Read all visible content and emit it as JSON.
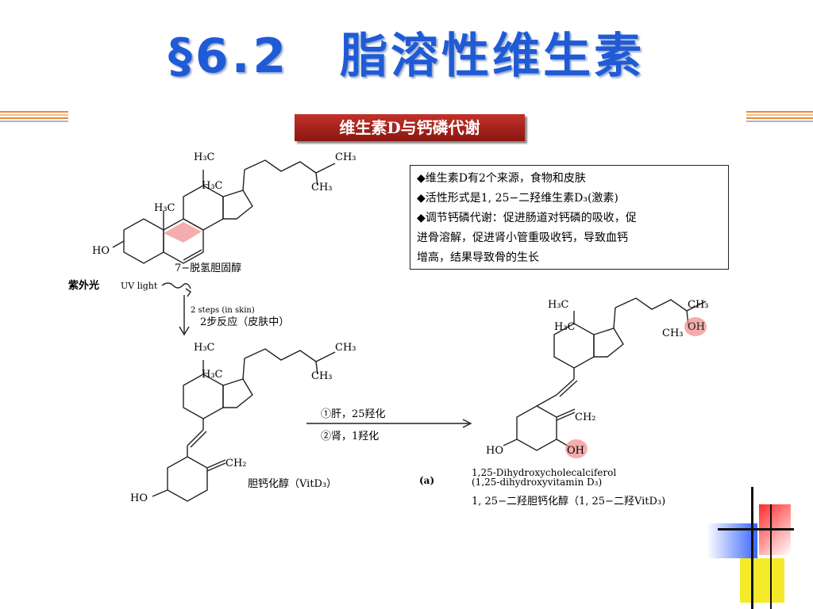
{
  "slide": {
    "title": "§6.2　脂溶性维生素",
    "banner": "维生素D与钙磷代谢",
    "info": [
      "◆维生素D有2个来源，食物和皮肤",
      "◆活性形式是1, 25−二羟维生素D₃(激素)",
      "◆调节钙磷代谢：促进肠道对钙磷的吸收，促",
      "   进骨溶解，促进肾小管重吸收钙，导致血钙",
      "   增高，结果导致骨的生长"
    ],
    "labels": {
      "dehydro": "7−脱氢胆固醇",
      "uv_cn": "紫外光",
      "uv_en": "UV light",
      "steps_en": "2 steps (in skin)",
      "steps_cn": "2步反应（皮肤中）",
      "liver": "①肝，25羟化",
      "kidney": "②肾，1羟化",
      "vitd3": "胆钙化醇（VitD₃）",
      "panel": "(a)",
      "product_en1": "1,25-Dihydroxycholecalciferol",
      "product_en2": "(1,25-dihydroxyvitamin D₃)",
      "product_cn": "1, 25−二羟胆钙化醇（1, 25−二羟VitD₃)"
    },
    "chem": {
      "h3c": "H₃C",
      "ch3": "CH₃",
      "ho": "HO",
      "oh": "OH",
      "ch2": "CH₂"
    },
    "colors": {
      "title": "#1f5bd6",
      "banner": "#b8271f",
      "highlight": "#f08a8a"
    }
  }
}
